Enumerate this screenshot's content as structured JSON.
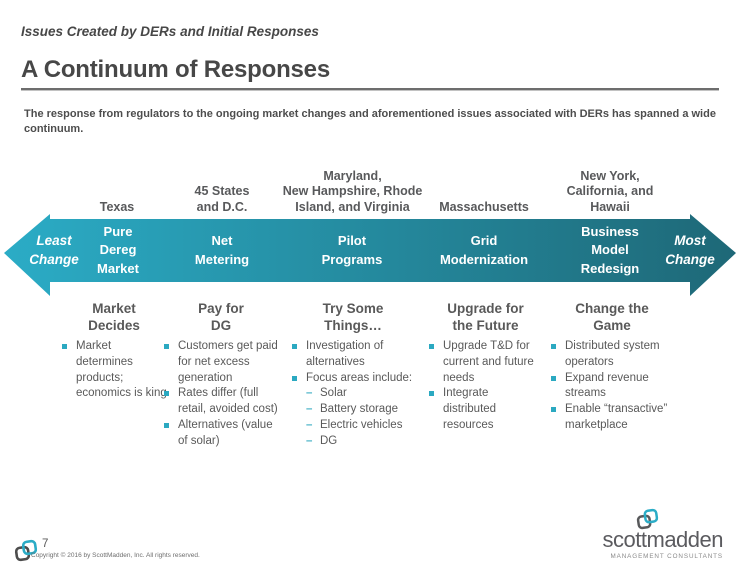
{
  "slide": {
    "eyebrow": "Issues Created by DERs and Initial Responses",
    "title": "A Continuum of Responses",
    "intro": "The response from regulators to the ongoing market changes and aforementioned issues associated with DERs has spanned a wide continuum."
  },
  "arrow": {
    "left_label": "Least\nChange",
    "right_label": "Most\nChange",
    "gradient_start": "#2bacc6",
    "gradient_end": "#1e6877"
  },
  "columns": [
    {
      "state": "Texas",
      "band": "Pure\nDereg\nMarket",
      "header": "Market\nDecides",
      "bullets": [
        "Market determines products; economics is king"
      ]
    },
    {
      "state": "45 States\nand D.C.",
      "band": "Net\nMetering",
      "header": "Pay for\nDG",
      "bullets": [
        "Customers get paid for net excess generation",
        "Rates differ (full retail, avoided cost)",
        "Alternatives (value of solar)"
      ]
    },
    {
      "state": "Maryland,\nNew Hampshire, Rhode\nIsland, and Virginia",
      "band": "Pilot\nPrograms",
      "header": "Try Some\nThings…",
      "bullets": [
        "Investigation of alternatives",
        "Focus areas include:"
      ],
      "sub_bullets": [
        "Solar",
        "Battery storage",
        "Electric vehicles",
        "DG"
      ]
    },
    {
      "state": "Massachusetts",
      "band": "Grid\nModernization",
      "header": "Upgrade for\nthe Future",
      "bullets": [
        "Upgrade T&D for current and future needs",
        "Integrate distributed resources"
      ]
    },
    {
      "state": "New York,\nCalifornia, and\nHawaii",
      "band": "Business\nModel\nRedesign",
      "header": "Change the\nGame",
      "bullets": [
        "Distributed system operators",
        "Expand revenue streams",
        "Enable “transactive” marketplace"
      ]
    }
  ],
  "footer": {
    "page_number": "7",
    "copyright": "Copyright © 2016 by ScottMadden, Inc. All rights reserved.",
    "brand": "scottmadden",
    "brand_tagline": "MANAGEMENT CONSULTANTS"
  },
  "icons": {
    "brand_mark": "interlocking-rounded-squares"
  },
  "colors": {
    "accent_teal": "#2bacc6",
    "dark_teal": "#1e6877",
    "bullet_teal": "#2ba9c1",
    "text_gray": "#595959"
  }
}
